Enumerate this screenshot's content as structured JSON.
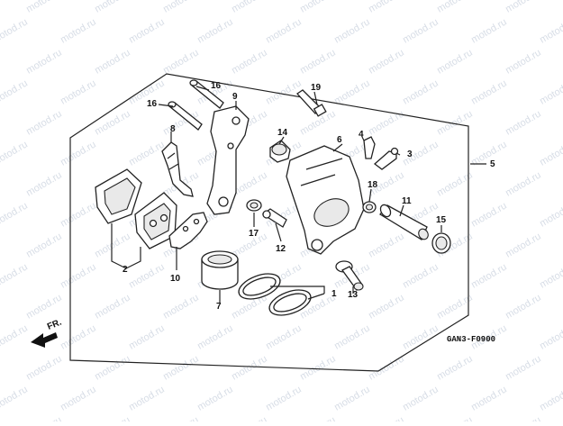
{
  "watermark": "motod.ru",
  "diagram_code": "GAN3-F0900",
  "direction_label": "FR.",
  "callouts": {
    "c1": "1",
    "c2": "2",
    "c3": "3",
    "c4": "4",
    "c5": "5",
    "c6": "6",
    "c7": "7",
    "c8": "8",
    "c9": "9",
    "c10": "10",
    "c11": "11",
    "c12": "12",
    "c13": "13",
    "c14": "14",
    "c15": "15",
    "c16a": "16",
    "c16b": "16",
    "c17": "17",
    "c18": "18",
    "c19": "19"
  }
}
